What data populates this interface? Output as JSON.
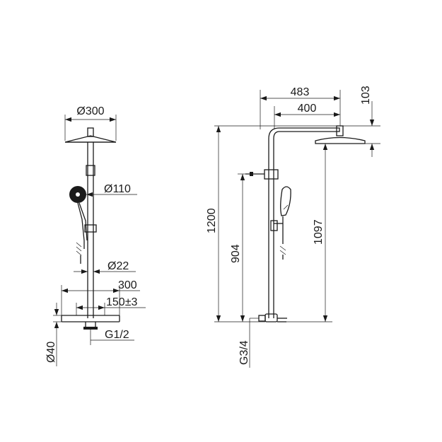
{
  "front_view": {
    "head_diameter": "Ø300",
    "hand_shower_diameter": "Ø110",
    "pipe_diameter": "Ø22",
    "bar_width": "300",
    "center_distance": "150±3",
    "inlet_thread": "G1/2",
    "base_diameter": "Ø40"
  },
  "side_view": {
    "total_reach": "483",
    "arm_reach": "400",
    "head_height": "103",
    "total_height": "1200",
    "diverter_height": "904",
    "head_bottom_height": "1097",
    "outlet_thread": "G3/4"
  }
}
